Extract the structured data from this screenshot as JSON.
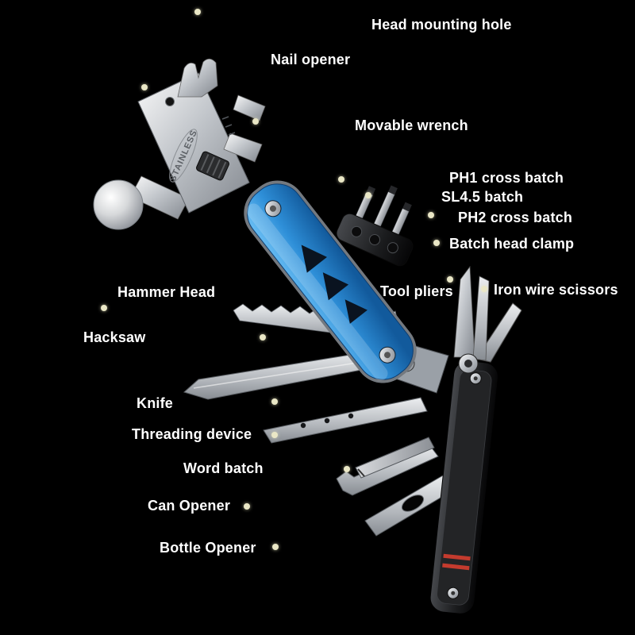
{
  "scene": {
    "background": "#000000",
    "label_color": "#ffffff",
    "dot_color": "#eae7c6"
  },
  "tool": {
    "engraving": "STAINLESS",
    "handle_color": "#2e8fd8",
    "grip_color": "#1b1c1e",
    "steel_color": "#c2c6cb"
  },
  "labels": [
    {
      "id": "head-mounting-hole",
      "text": "Head mounting hole"
    },
    {
      "id": "nail-opener",
      "text": "Nail opener"
    },
    {
      "id": "movable-wrench",
      "text": "Movable wrench"
    },
    {
      "id": "ph1-cross-batch",
      "text": "PH1 cross batch"
    },
    {
      "id": "sl45-batch",
      "text": "SL4.5 batch"
    },
    {
      "id": "ph2-cross-batch",
      "text": "PH2 cross batch"
    },
    {
      "id": "batch-head-clamp",
      "text": "Batch head clamp"
    },
    {
      "id": "hammer-head",
      "text": "Hammer Head"
    },
    {
      "id": "tool-pliers",
      "text": "Tool pliers"
    },
    {
      "id": "iron-wire-scissors",
      "text": "Iron wire scissors"
    },
    {
      "id": "hacksaw",
      "text": "Hacksaw"
    },
    {
      "id": "knife",
      "text": "Knife"
    },
    {
      "id": "threading-device",
      "text": "Threading device"
    },
    {
      "id": "word-batch",
      "text": "Word batch"
    },
    {
      "id": "can-opener",
      "text": "Can Opener"
    },
    {
      "id": "bottle-opener",
      "text": "Bottle Opener"
    }
  ]
}
